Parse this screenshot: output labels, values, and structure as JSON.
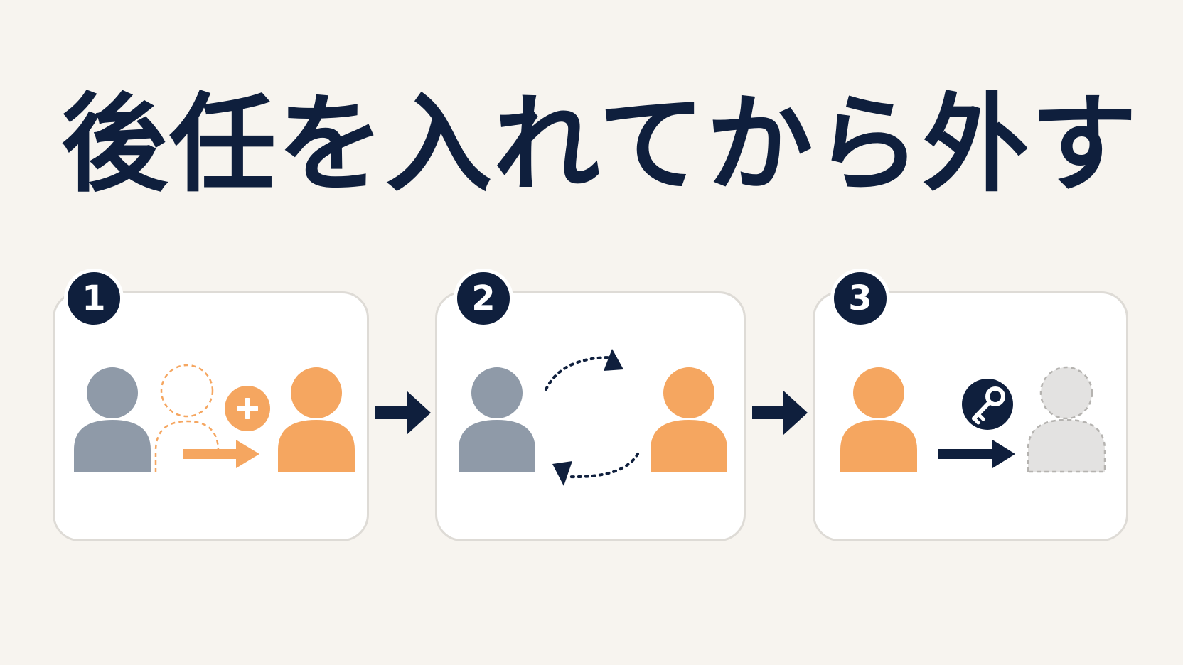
{
  "title": "後任を入れてから外す",
  "steps": [
    {
      "number": "1"
    },
    {
      "number": "2"
    },
    {
      "number": "3"
    }
  ],
  "colors": {
    "navy": "#0f1f3d",
    "orange": "#f5a660",
    "gray": "#8f9aa8",
    "ghost": "#e3e2e1",
    "background": "#f7f4ef"
  },
  "icons": {
    "step1": [
      "person-current-icon",
      "person-dashed-outline-icon",
      "plus-badge-icon",
      "arrow-right-icon",
      "person-successor-icon"
    ],
    "step2": [
      "person-current-icon",
      "dotted-exchange-arrows-icon",
      "person-successor-icon"
    ],
    "step3": [
      "person-successor-icon",
      "key-badge-icon",
      "arrow-right-icon",
      "person-removed-ghost-icon"
    ],
    "flow": "arrow-right-icon"
  }
}
